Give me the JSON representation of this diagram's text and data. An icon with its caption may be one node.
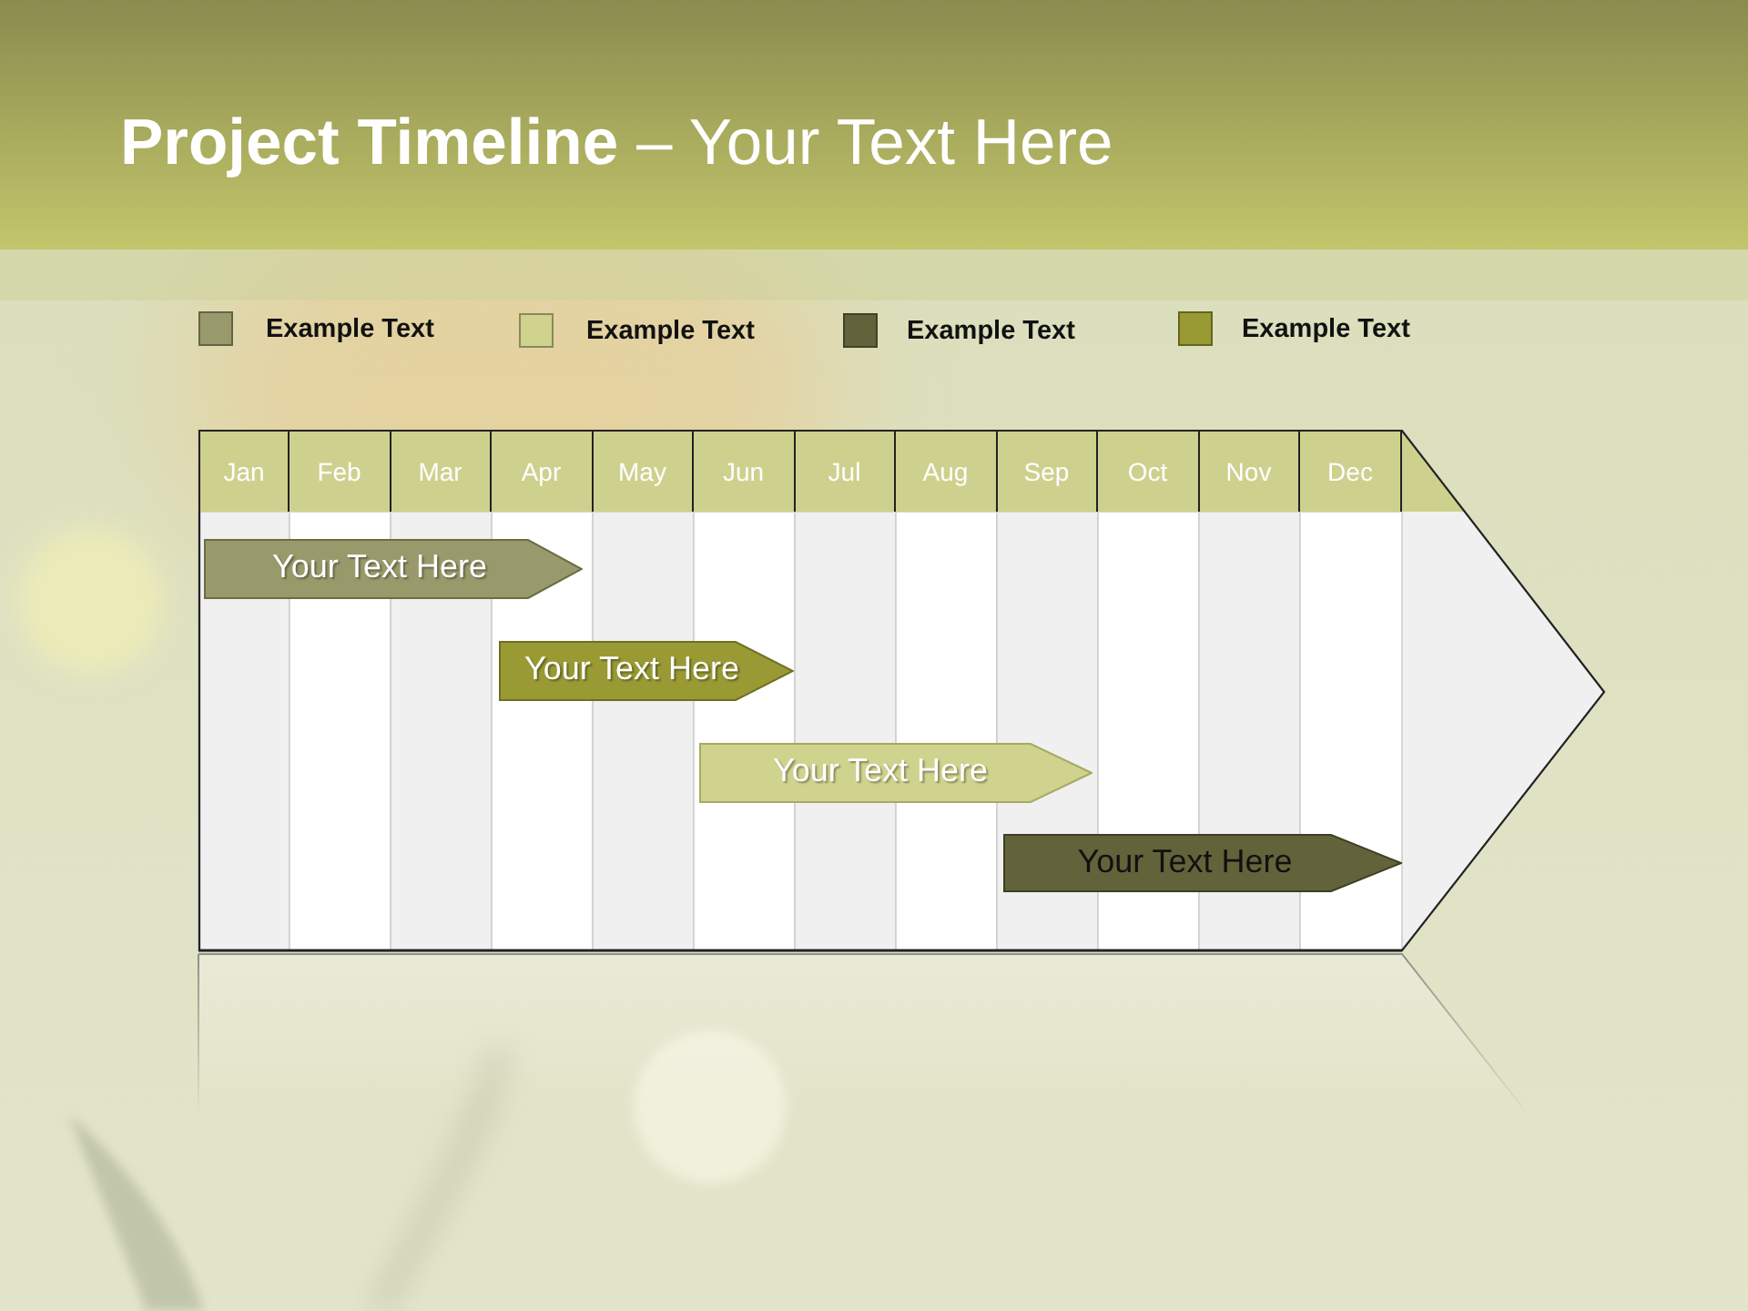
{
  "diagram": {
    "title": "**Project Timeline** – Your Text Here",
    "nodes": [
      {
        "text": [
          "Jan",
          "Feb",
          "Mar",
          "Apr",
          "May",
          "Jun",
          "Jul",
          "Aug",
          "Sep",
          "Oct",
          "Nov",
          "Dec"
        ]
      },
      {
        "text": [
          "Your Text Here"
        ],
        "in": 0
      },
      {
        "text": [
          "Your Text Here"
        ],
        "in": 0
      },
      {
        "text": [
          "Your Text Here"
        ],
        "in": 0
      },
      {
        "text": [
          "Your Text Here"
        ],
        "in": 0
      }
    ],
    "legend": [
      {
        "text": "Example Text",
        "color": "#999a6b"
      },
      {
        "text": "Example Text",
        "color": "#d0d38e"
      },
      {
        "text": "Example Text",
        "color": "#62633a"
      },
      {
        "text": "Example Text",
        "color": "#999a33"
      }
    ]
  }
}
